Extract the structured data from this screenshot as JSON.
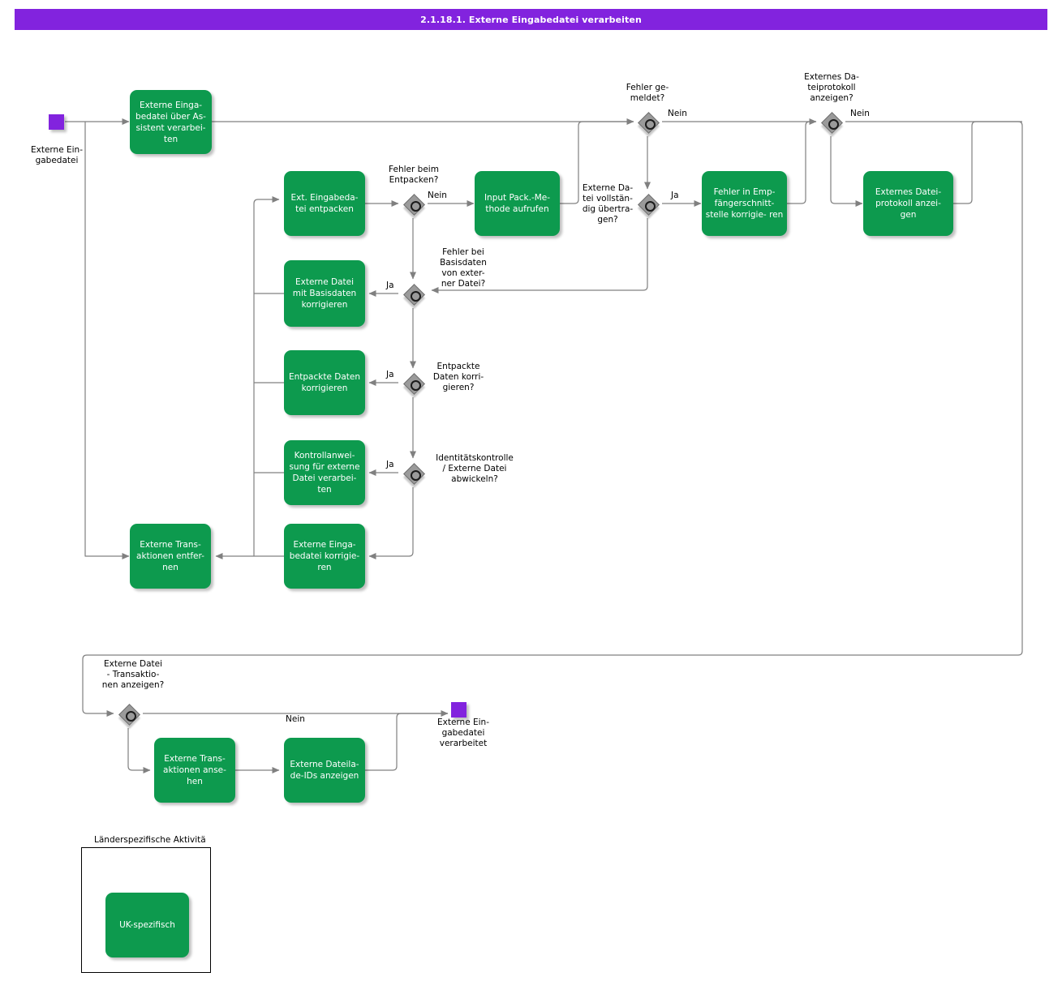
{
  "header": {
    "title": "2.1.18.1. Externe Eingabedatei verarbeiten",
    "bar_color": "#8223DE"
  },
  "theme": {
    "task_color": "#0D9A4E",
    "event_color": "#8223DE",
    "gateway_color": "#9A9A9A",
    "connector_color": "#808080",
    "text_on_task": "#FFFFFF",
    "text_on_canvas": "#000000"
  },
  "events": [
    {
      "id": "start",
      "label": "Externe Ein-\ngabedatei",
      "type": "start-event"
    },
    {
      "id": "end",
      "label": "Externe Ein-\ngabedatei\nverarbeitet",
      "type": "end-event"
    }
  ],
  "tasks": [
    {
      "id": "t1",
      "label": "Externe Einga-\nbedatei über As-\nsistent verarbei-\nten"
    },
    {
      "id": "t2",
      "label": "Ext. Eingabeda-\ntei entpacken"
    },
    {
      "id": "t3",
      "label": "Input Pack.-Me-\nthode aufrufen"
    },
    {
      "id": "t4",
      "label": "Fehler in Emp-\nfängerschnitt-\nstelle korrigie-\nren"
    },
    {
      "id": "t5",
      "label": "Externes Datei-\nprotokoll anzei-\ngen"
    },
    {
      "id": "t6",
      "label": "Externe Datei\nmit Basisdaten\nkorrigieren"
    },
    {
      "id": "t7",
      "label": "Entpackte Daten\nkorrigieren"
    },
    {
      "id": "t8",
      "label": "Kontrollanwei-\nsung für externe\nDatei verarbei-\nten"
    },
    {
      "id": "t9",
      "label": "Externe Einga-\nbedatei korrigie-\nren"
    },
    {
      "id": "t10",
      "label": "Externe Trans-\naktionen entfer-\nnen"
    },
    {
      "id": "t11",
      "label": "Externe Trans-\naktionen anse-\nhen"
    },
    {
      "id": "t12",
      "label": "Externe Dateila-\nde-IDs anzeigen"
    }
  ],
  "gateways": [
    {
      "id": "g1",
      "label": "Fehler beim\nEntpacken?"
    },
    {
      "id": "g2",
      "label": "Fehler bei\nBasisdaten\nvon exter-\nner Datei?"
    },
    {
      "id": "g3",
      "label": "Entpackte\nDaten korri-\ngieren?"
    },
    {
      "id": "g4",
      "label": "Identitätskontrolle\n/ Externe Datei\nabwickeln?"
    },
    {
      "id": "g5",
      "label": "Fehler ge-\nmeldet?"
    },
    {
      "id": "g6",
      "label": "Externe Da-\ntei vollstän-\ndig übertra-\ngen?"
    },
    {
      "id": "g7",
      "label": "Externes Da-\nteiprotokoll\nanzeigen?"
    },
    {
      "id": "g8",
      "label": "Externe Datei\n- Transaktio-\nnen anzeigen?"
    }
  ],
  "edge_labels": {
    "g1_nein": "Nein",
    "g2_ja": "Ja",
    "g3_ja": "Ja",
    "g4_ja": "Ja",
    "g5_nein": "Nein",
    "g6_ja": "Ja",
    "g7_nein": "Nein",
    "g8_nein": "Nein"
  },
  "legend": {
    "title": "Länderspezifische Aktivitä",
    "sample_label": "UK-spezifisch"
  }
}
